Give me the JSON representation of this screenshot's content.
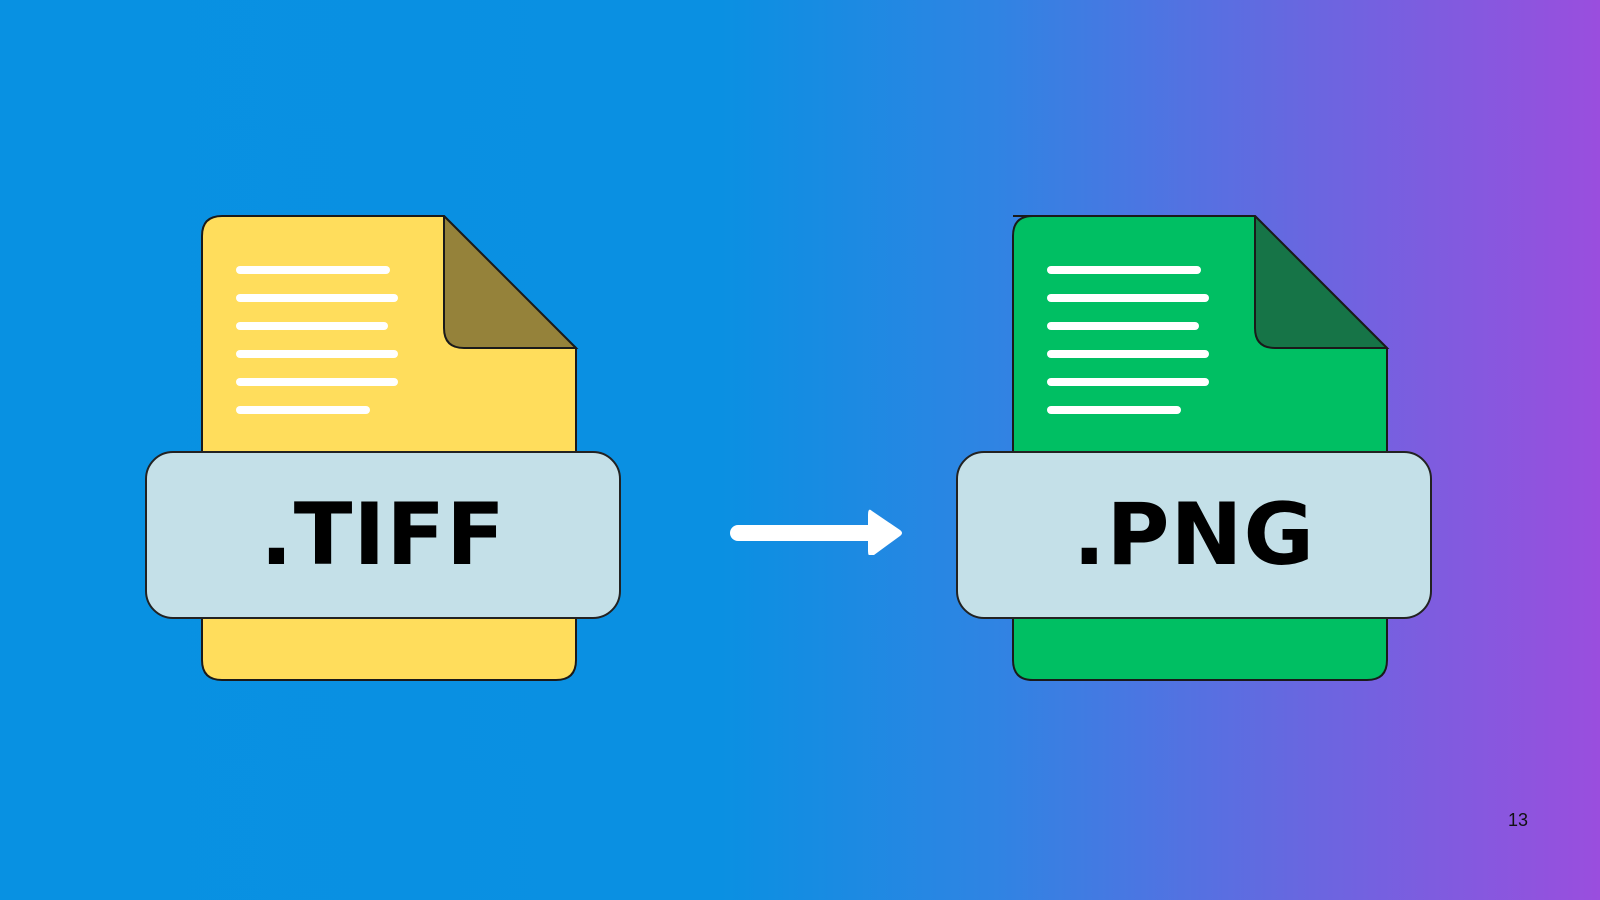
{
  "slide": {
    "page_number": "13",
    "background": {
      "start": "#0891e2",
      "end": "#9a4ede"
    }
  },
  "source_file": {
    "extension": ".TIFF",
    "icon": "document-icon",
    "body_color": "#ffdd5c",
    "fold_color": "#95823a"
  },
  "arrow": {
    "icon": "arrow-right-icon",
    "color": "#ffffff"
  },
  "target_file": {
    "extension": ".PNG",
    "icon": "document-icon",
    "body_color": "#00bf63",
    "fold_color": "#167447"
  },
  "label_color": "#c4e0e8"
}
